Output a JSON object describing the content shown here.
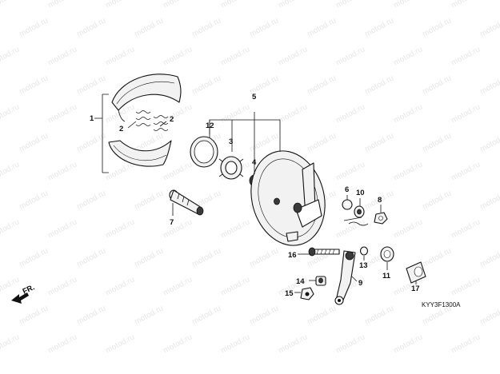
{
  "diagram": {
    "watermark": "motod.ru",
    "direction_label": "FR.",
    "figure_code": "KYY3F1300A",
    "callouts": {
      "c1": "1",
      "c2a": "2",
      "c2b": "2",
      "c3": "3",
      "c4": "4",
      "c5": "5",
      "c6": "6",
      "c7": "7",
      "c8": "8",
      "c9": "9",
      "c10": "10",
      "c11": "11",
      "c12": "12",
      "c13": "13",
      "c14": "14",
      "c15": "15",
      "c16": "16",
      "c17": "17"
    }
  }
}
